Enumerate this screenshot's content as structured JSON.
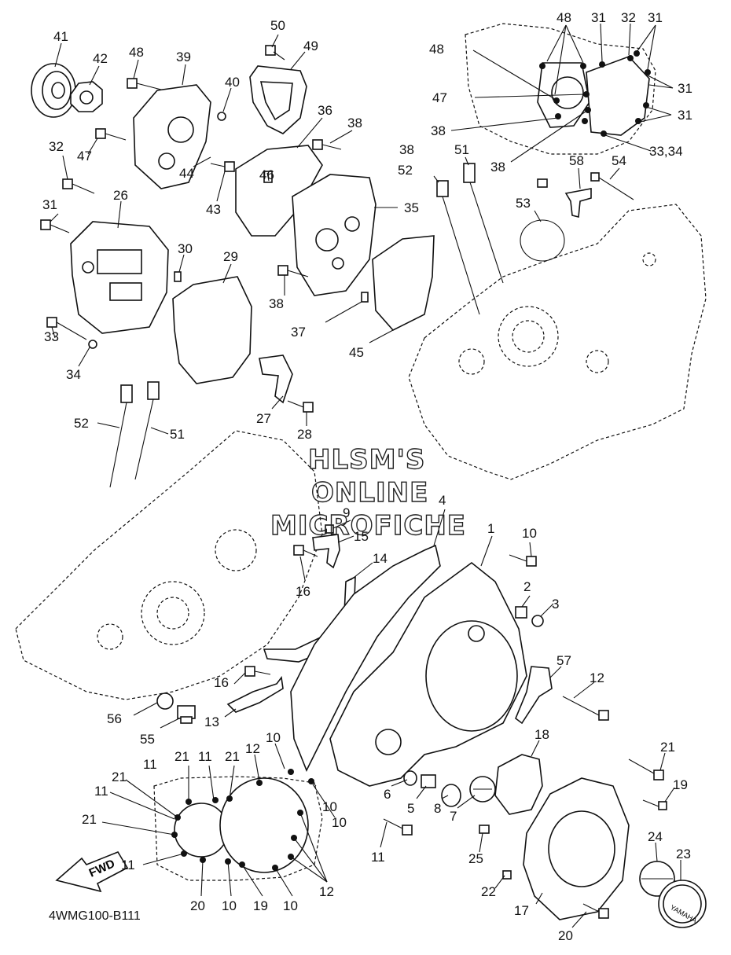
{
  "diagram": {
    "code": "4WMG100-B111",
    "watermark": [
      "HLSM'S",
      "ONLINE",
      "MICROFICHE"
    ],
    "fwd_label": "FWD",
    "cover_logo": "YAMAHA",
    "callouts": [
      {
        "id": "c41",
        "text": "41"
      },
      {
        "id": "c42",
        "text": "42"
      },
      {
        "id": "c48a",
        "text": "48"
      },
      {
        "id": "c39",
        "text": "39"
      },
      {
        "id": "c50",
        "text": "50"
      },
      {
        "id": "c49",
        "text": "49"
      },
      {
        "id": "c40",
        "text": "40"
      },
      {
        "id": "c36",
        "text": "36"
      },
      {
        "id": "c38a",
        "text": "38"
      },
      {
        "id": "c47a",
        "text": "47"
      },
      {
        "id": "c32a",
        "text": "32"
      },
      {
        "id": "c44",
        "text": "44"
      },
      {
        "id": "c43",
        "text": "43"
      },
      {
        "id": "c46",
        "text": "46"
      },
      {
        "id": "c35",
        "text": "35"
      },
      {
        "id": "c26",
        "text": "26"
      },
      {
        "id": "c31a",
        "text": "31"
      },
      {
        "id": "c30",
        "text": "30"
      },
      {
        "id": "c29",
        "text": "29"
      },
      {
        "id": "c38b",
        "text": "38"
      },
      {
        "id": "c37",
        "text": "37"
      },
      {
        "id": "c45",
        "text": "45"
      },
      {
        "id": "c33a",
        "text": "33"
      },
      {
        "id": "c34",
        "text": "34"
      },
      {
        "id": "c27",
        "text": "27"
      },
      {
        "id": "c28",
        "text": "28"
      },
      {
        "id": "c48b",
        "text": "48"
      },
      {
        "id": "c31b",
        "text": "31"
      },
      {
        "id": "c32b",
        "text": "32"
      },
      {
        "id": "c31c",
        "text": "31"
      },
      {
        "id": "c48c",
        "text": "48"
      },
      {
        "id": "c31d",
        "text": "31"
      },
      {
        "id": "c47b",
        "text": "47"
      },
      {
        "id": "c31e",
        "text": "31"
      },
      {
        "id": "c38c",
        "text": "38"
      },
      {
        "id": "c38d",
        "text": "38"
      },
      {
        "id": "c3334",
        "text": "33,34"
      },
      {
        "id": "c38e",
        "text": "38"
      },
      {
        "id": "c51a",
        "text": "51"
      },
      {
        "id": "c52a",
        "text": "52"
      },
      {
        "id": "c58",
        "text": "58"
      },
      {
        "id": "c54",
        "text": "54"
      },
      {
        "id": "c53",
        "text": "53"
      },
      {
        "id": "c52b",
        "text": "52"
      },
      {
        "id": "c51b",
        "text": "51"
      },
      {
        "id": "c4",
        "text": "4"
      },
      {
        "id": "c1",
        "text": "1"
      },
      {
        "id": "c10a",
        "text": "10"
      },
      {
        "id": "c9",
        "text": "9"
      },
      {
        "id": "c15",
        "text": "15"
      },
      {
        "id": "c14",
        "text": "14"
      },
      {
        "id": "c16a",
        "text": "16"
      },
      {
        "id": "c2",
        "text": "2"
      },
      {
        "id": "c3",
        "text": "3"
      },
      {
        "id": "c57",
        "text": "57"
      },
      {
        "id": "c12a",
        "text": "12"
      },
      {
        "id": "c16b",
        "text": "16"
      },
      {
        "id": "c13",
        "text": "13"
      },
      {
        "id": "c56",
        "text": "56"
      },
      {
        "id": "c55",
        "text": "55"
      },
      {
        "id": "c18",
        "text": "18"
      },
      {
        "id": "c21a",
        "text": "21"
      },
      {
        "id": "c19a",
        "text": "19"
      },
      {
        "id": "c6",
        "text": "6"
      },
      {
        "id": "c5",
        "text": "5"
      },
      {
        "id": "c8",
        "text": "8"
      },
      {
        "id": "c7",
        "text": "7"
      },
      {
        "id": "c11a",
        "text": "11"
      },
      {
        "id": "c24",
        "text": "24"
      },
      {
        "id": "c23",
        "text": "23"
      },
      {
        "id": "c25",
        "text": "25"
      },
      {
        "id": "c22",
        "text": "22"
      },
      {
        "id": "c17",
        "text": "17"
      },
      {
        "id": "c20a",
        "text": "20"
      },
      {
        "id": "c10b",
        "text": "10"
      },
      {
        "id": "c11b",
        "text": "11"
      },
      {
        "id": "c21b",
        "text": "21"
      },
      {
        "id": "c11c",
        "text": "11"
      },
      {
        "id": "c21c",
        "text": "21"
      },
      {
        "id": "c12b",
        "text": "12"
      },
      {
        "id": "c21d",
        "text": "21"
      },
      {
        "id": "c11d",
        "text": "11"
      },
      {
        "id": "c21e",
        "text": "21"
      },
      {
        "id": "c10c",
        "text": "10"
      },
      {
        "id": "c10d",
        "text": "10"
      },
      {
        "id": "c11e",
        "text": "11"
      },
      {
        "id": "c12c",
        "text": "12"
      },
      {
        "id": "c20b",
        "text": "20"
      },
      {
        "id": "c10e",
        "text": "10"
      },
      {
        "id": "c19b",
        "text": "19"
      },
      {
        "id": "c10f",
        "text": "10"
      }
    ]
  }
}
